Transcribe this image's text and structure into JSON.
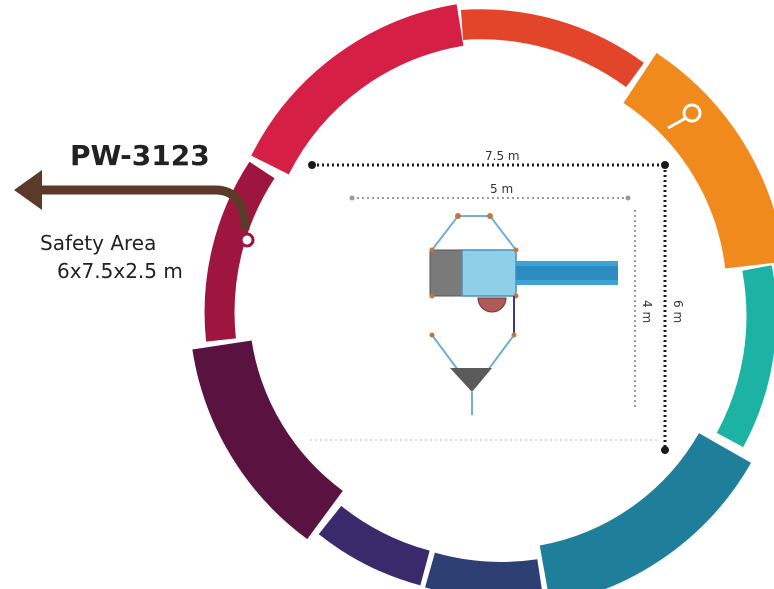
{
  "product": {
    "code": "PW-3123",
    "safety_area_label": "Safety Area",
    "safety_area_size": "6x7.5x2.5 m"
  },
  "dimensions": {
    "outer_width": "7.5 m",
    "inner_width": "5 m",
    "outer_depth": "6 m",
    "inner_depth": "4 m"
  },
  "colors": {
    "arrow": "#5b3a29",
    "dim_line_dark": "#1a1a1a",
    "dim_line_light": "#9a9a9a",
    "ring_segments": [
      "#d61f45",
      "#e2452a",
      "#f08a1d",
      "#1db3a4",
      "#1f7f9a",
      "#2e3f73",
      "#3b2a6b",
      "#5a1240",
      "#b51a3e"
    ],
    "slide": "#3fa2d6",
    "deck": "#8fcfe8",
    "panel": "#7a7a7a"
  },
  "icons": {
    "arrow": "left-arrow-icon",
    "ring_marker": "ring-marker-icon"
  }
}
